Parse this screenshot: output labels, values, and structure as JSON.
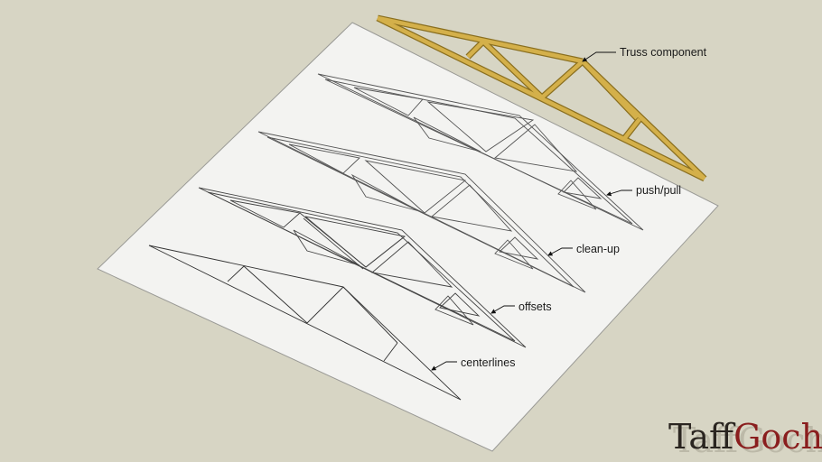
{
  "labels": {
    "truss": "Truss component",
    "pushpull": "push/pull",
    "cleanup": "clean-up",
    "offsets": "offsets",
    "centerlines": "centerlines"
  },
  "logo": {
    "part1": "Taff",
    "part2": "Goch"
  },
  "colors": {
    "background": "#d7d5c4",
    "sheet": "#f3f3f1",
    "wood": "#d4b04a",
    "wood_edge": "#8a6f1f",
    "logo_red": "#8a1e1e"
  }
}
